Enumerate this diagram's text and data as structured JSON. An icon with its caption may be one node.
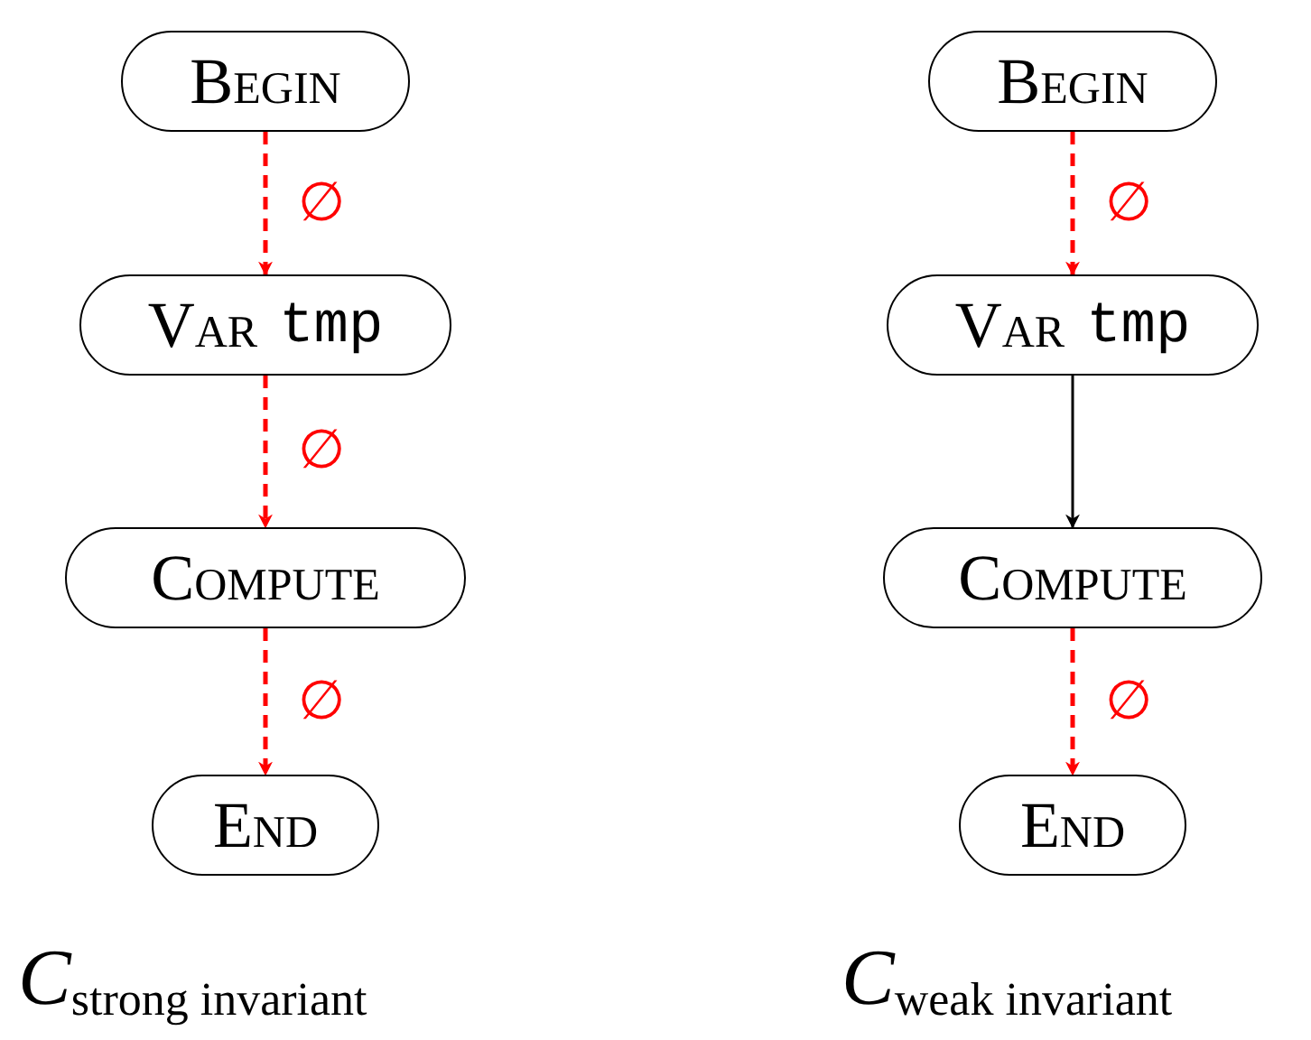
{
  "diagram": {
    "nodes": [
      {
        "text": [
          "Begin"
        ]
      },
      {
        "text": [
          "Var",
          "tmp"
        ]
      },
      {
        "text": [
          "Compute"
        ]
      },
      {
        "text": [
          "End"
        ]
      },
      {
        "text": [
          "Begin"
        ]
      },
      {
        "text": [
          "Var",
          "tmp"
        ]
      },
      {
        "text": [
          "Compute"
        ]
      },
      {
        "text": [
          "End"
        ]
      }
    ],
    "edges": [
      {
        "from": 0,
        "to": 1,
        "arrow": "to",
        "label": "∅",
        "style": "dashed",
        "color": "#ff0000"
      },
      {
        "from": 1,
        "to": 2,
        "arrow": "to",
        "label": "∅",
        "style": "dashed",
        "color": "#ff0000"
      },
      {
        "from": 2,
        "to": 3,
        "arrow": "to",
        "label": "∅",
        "style": "dashed",
        "color": "#ff0000"
      },
      {
        "from": 4,
        "to": 5,
        "arrow": "to",
        "label": "∅",
        "style": "dashed",
        "color": "#ff0000"
      },
      {
        "from": 5,
        "to": 6,
        "arrow": "to",
        "color": "#000000"
      },
      {
        "from": 6,
        "to": 7,
        "arrow": "to",
        "label": "∅",
        "style": "dashed",
        "color": "#ff0000"
      }
    ],
    "labels": [
      "*C*$_{strong invariant}$",
      "*C*$_{weak invariant}$"
    ]
  }
}
